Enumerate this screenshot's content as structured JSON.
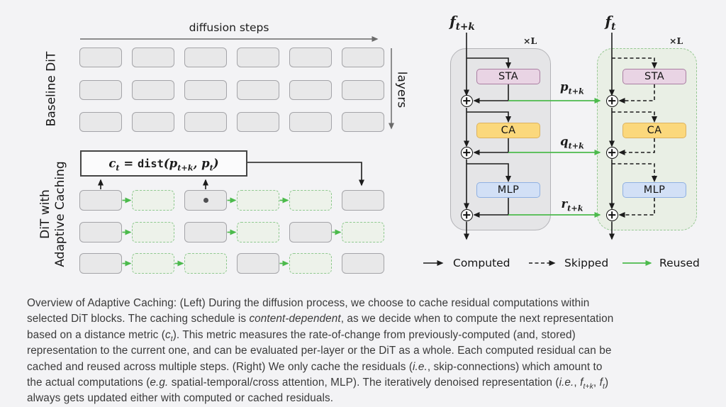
{
  "colors": {
    "background": "#f3f3f5",
    "computed_block_fill": "#e8e8e9",
    "computed_block_border": "#a4a4a8",
    "cached_block_fill": "#edf2ea",
    "cached_block_border": "#90c990",
    "reuse_green": "#4cba4c",
    "sta_fill": "#e9d4e4",
    "ca_fill": "#fbd87c",
    "mlp_fill": "#d2e0f6",
    "line_black": "#1c1c1c"
  },
  "baseline_panel": {
    "row_label": "Baseline DiT",
    "x_axis_label": "diffusion steps",
    "y_axis_label": "layers",
    "grid": {
      "rows": 3,
      "cols": 6
    }
  },
  "adaptive_panel": {
    "row_label_line1": "DiT with",
    "row_label_line2": "Adaptive Caching",
    "formula": "c_{t} = `dist`(p_{t+k}, p_{t})",
    "rows": [
      {
        "blocks": [
          "computed",
          "cached",
          "computed-dot",
          "cached",
          "cached",
          "computed"
        ],
        "arrows": [
          [
            0,
            1
          ],
          [
            2,
            3
          ],
          [
            3,
            4
          ]
        ]
      },
      {
        "blocks": [
          "computed",
          "cached",
          "computed",
          "cached",
          "computed",
          "cached"
        ],
        "arrows": [
          [
            0,
            1
          ],
          [
            2,
            3
          ],
          [
            4,
            5
          ]
        ]
      },
      {
        "blocks": [
          "computed",
          "cached",
          "cached",
          "computed",
          "cached",
          "computed"
        ],
        "arrows": [
          [
            0,
            1
          ],
          [
            1,
            2
          ],
          [
            3,
            4
          ]
        ]
      }
    ]
  },
  "block_diagrams": {
    "computed_block": {
      "input_label": "f_{t+k}",
      "repeat_label": "×L",
      "modules": [
        "STA",
        "CA",
        "MLP"
      ]
    },
    "skipped_block": {
      "input_label": "f_{t}",
      "repeat_label": "×L",
      "modules": [
        "STA",
        "CA",
        "MLP"
      ]
    },
    "residual_labels": [
      "p_{t+k}",
      "q_{t+k}",
      "r_{t+k}"
    ]
  },
  "legend": {
    "items": [
      {
        "label": "Computed",
        "style": "solid-black"
      },
      {
        "label": "Skipped",
        "style": "dashed-black"
      },
      {
        "label": "Reused",
        "style": "solid-green"
      }
    ]
  },
  "caption_lines": [
    "Overview of Adaptive Caching: (Left) During the diffusion process, we choose to cache residual computations within",
    "selected DiT blocks. The caching schedule is *content-dependent*, as we decide when to compute the next representation",
    "based on a distance metric (*c*_{*t*}). This metric measures the rate-of-change from previously-computed (and, stored)",
    "representation to the current one, and can be evaluated per-layer or the DiT as a whole. Each computed residual can be",
    "cached and reused across multiple steps. (Right) We only cache the residuals (*i.e.*, skip-connections) which amount to",
    "the actual computations (*e.g.* spatial-temporal/cross attention, MLP). The iteratively denoised representation (*i.e.*, *f*_{*t*+*k*}, *f*_{*t*})",
    "always gets updated either with computed or cached residuals."
  ]
}
